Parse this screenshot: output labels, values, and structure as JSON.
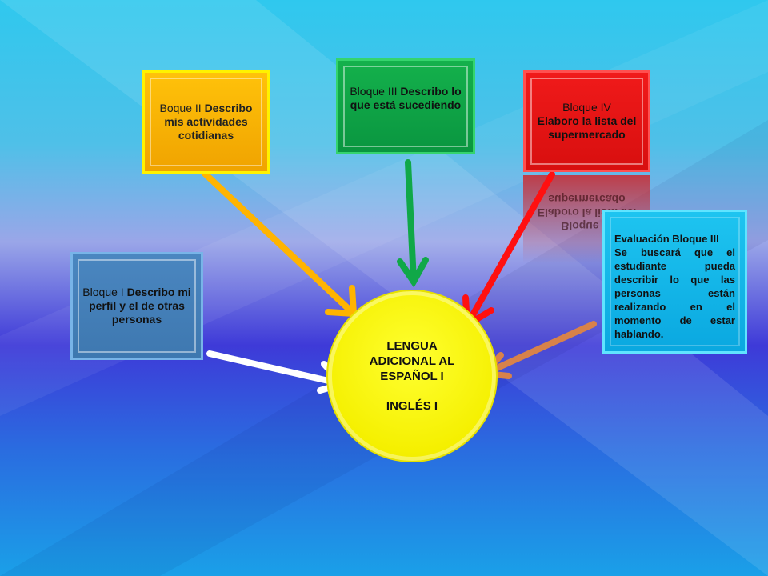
{
  "colors": {
    "background_top": "#2fc6f0",
    "background_mid": "#3e3ad8",
    "background_bottom": "#1e90e0",
    "bloque1": "#4a86c0",
    "bloque2": "#ffc20a",
    "bloque3": "#14b14c",
    "bloque4": "#f01a1a",
    "evaluacion": "#1ec4f0",
    "center": "#f5f000",
    "arrow_white": "#ffffff",
    "arrow_yellow": "#ffb400",
    "arrow_green": "#10a848",
    "arrow_red": "#ff1010",
    "arrow_orange": "#d8824a"
  },
  "center": {
    "line1": "LENGUA",
    "line2": "ADICIONAL AL",
    "line3": "ESPAÑOL I",
    "subtitle": "INGLÉS I"
  },
  "bloque1": {
    "lead": "Bloque I",
    "text": "Describo mi perfil y el de otras personas"
  },
  "bloque2": {
    "lead": "Boque II",
    "text": "Describo mis actividades cotidianas"
  },
  "bloque3": {
    "lead": "Bloque III",
    "text": "Describo lo que está sucediendo"
  },
  "bloque4": {
    "lead": "Bloque",
    "lead2": "IV",
    "text": "Elaboro la lista del supermercado"
  },
  "evaluacion": {
    "title": "Evaluación Bloque III",
    "text": "Se buscará que el estudiante pueda describir lo que las personas están realizando en el momento de estar hablando."
  }
}
